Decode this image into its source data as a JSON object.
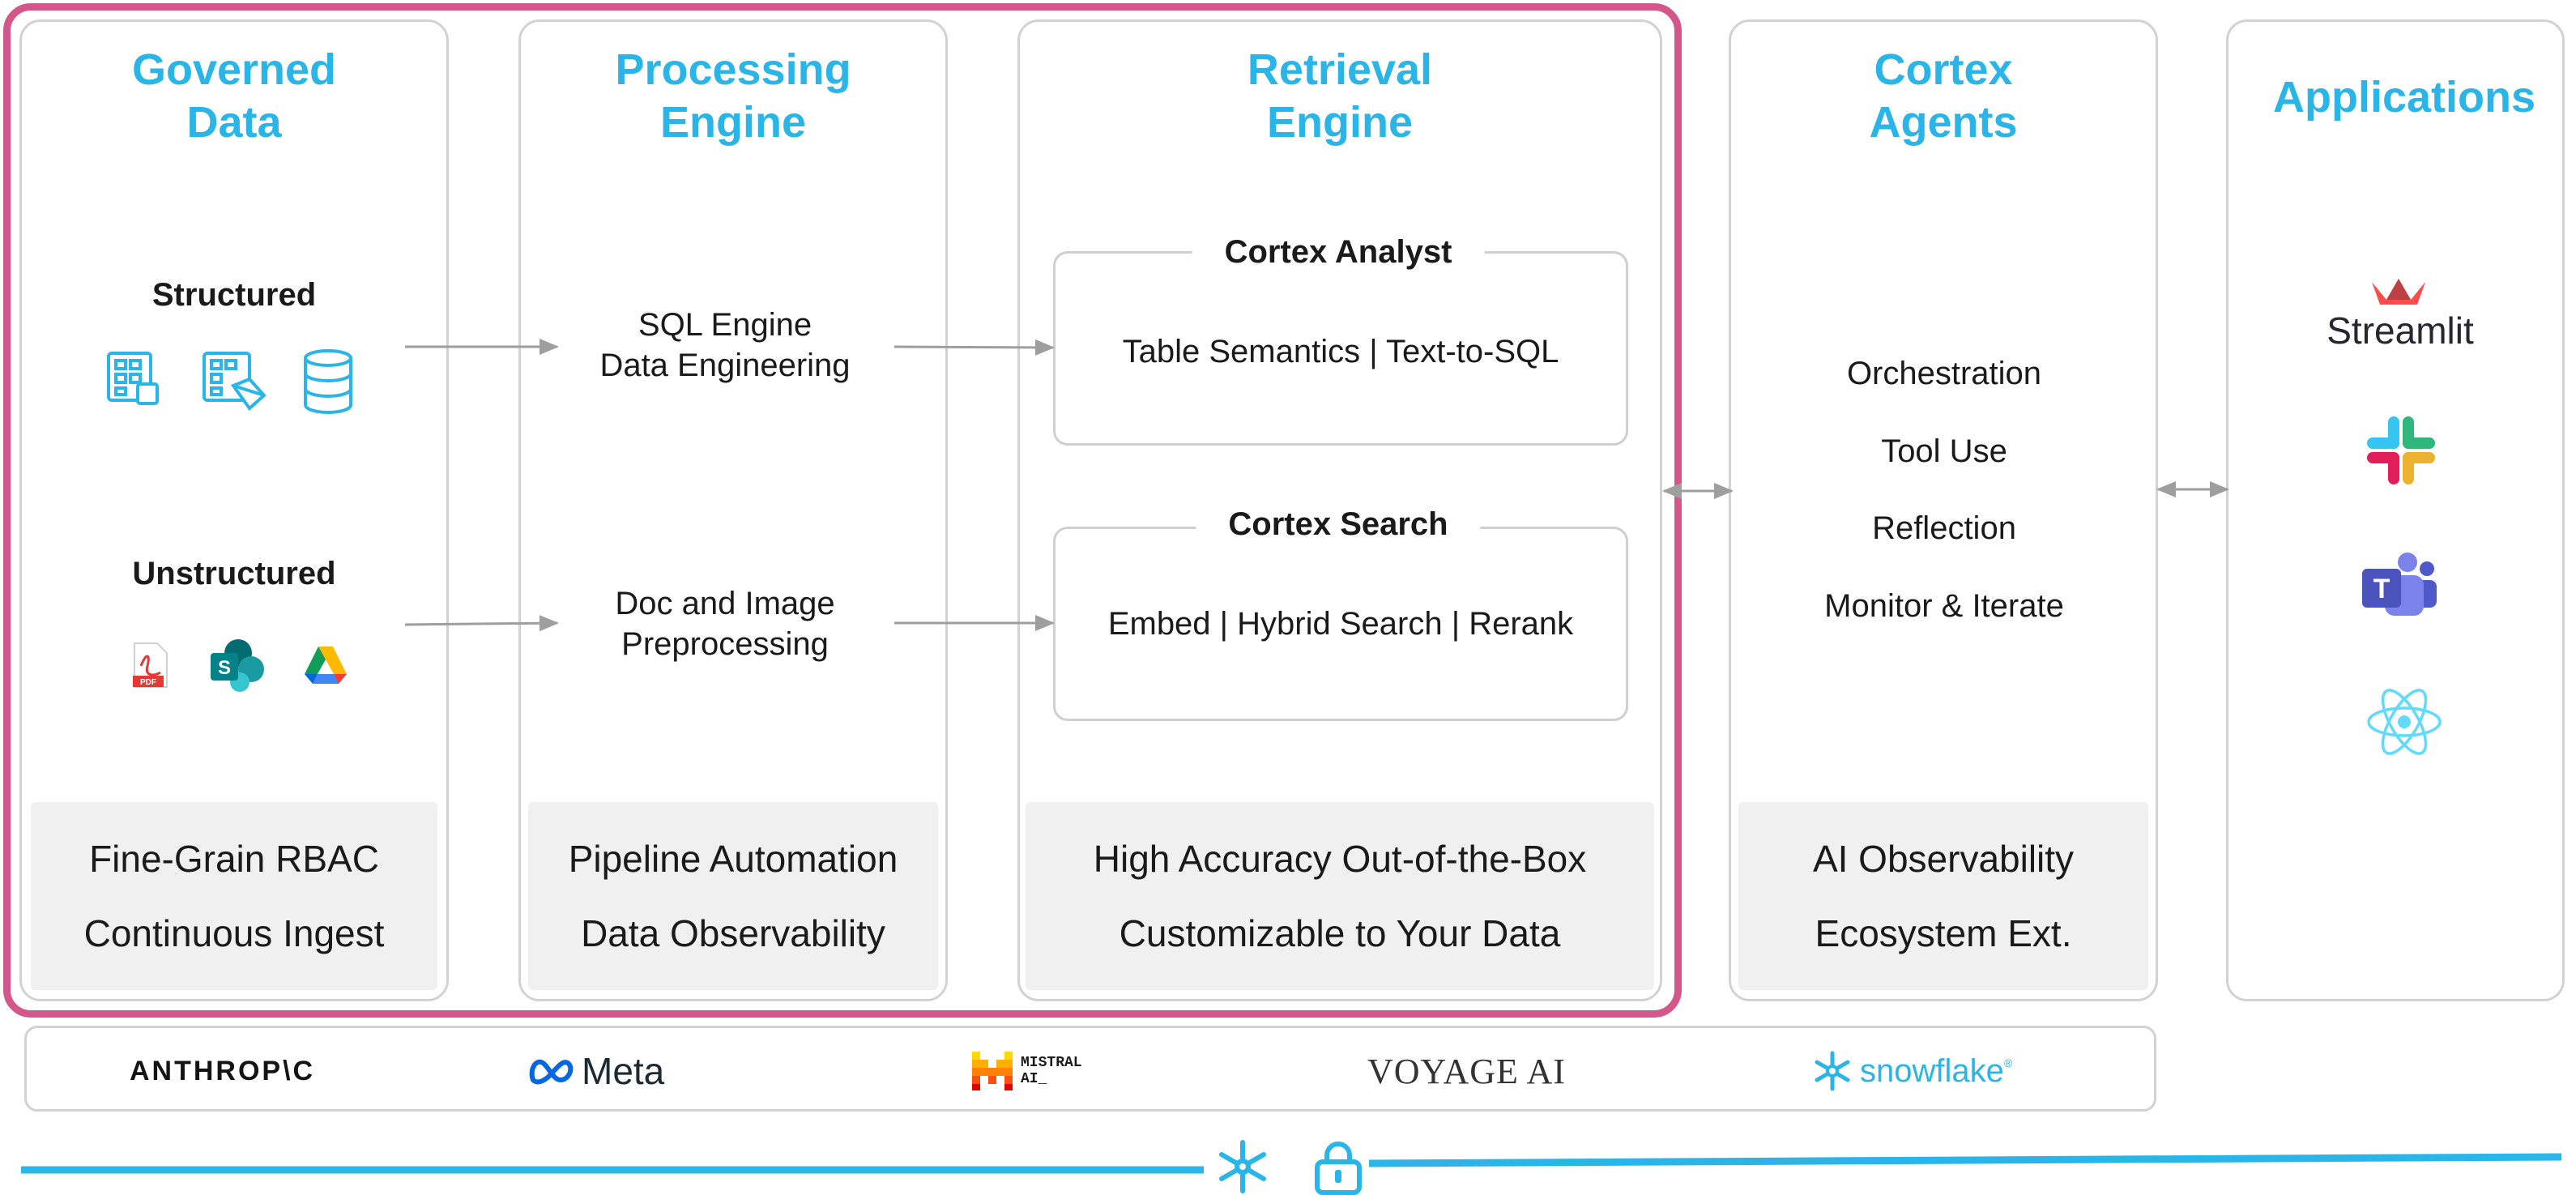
{
  "columns": {
    "governed": {
      "title": "Governed\nData",
      "structured_label": "Structured",
      "unstructured_label": "Unstructured",
      "footer": [
        "Fine-Grain RBAC",
        "Continuous Ingest"
      ],
      "structured_icons": [
        "table-app-icon",
        "table-chart-icon",
        "database-icon"
      ],
      "unstructured_icons": [
        "pdf-icon",
        "sharepoint-icon",
        "google-drive-icon"
      ]
    },
    "processing": {
      "title": "Processing\nEngine",
      "sql_lines": [
        "SQL Engine",
        "Data Engineering"
      ],
      "doc_lines": [
        "Doc and Image",
        "Preprocessing"
      ],
      "footer": [
        "Pipeline Automation",
        "Data Observability"
      ]
    },
    "retrieval": {
      "title": "Retrieval\nEngine",
      "analyst": {
        "title": "Cortex Analyst",
        "body": "Table Semantics | Text-to-SQL"
      },
      "search": {
        "title": "Cortex Search",
        "body": "Embed | Hybrid Search | Rerank"
      },
      "footer": [
        "High Accuracy Out-of-the-Box",
        "Customizable to Your Data"
      ]
    },
    "agents": {
      "title": "Cortex\nAgents",
      "items": [
        "Orchestration",
        "Tool Use",
        "Reflection",
        "Monitor & Iterate"
      ],
      "footer": [
        "AI Observability",
        "Ecosystem Ext."
      ]
    },
    "applications": {
      "title": "Applications",
      "streamlit_label": "Streamlit",
      "icons": [
        "streamlit-icon",
        "slack-icon",
        "teams-icon",
        "react-icon"
      ]
    }
  },
  "partners": {
    "anthropic": "ANTHROP\\C",
    "meta": "Meta",
    "mistral": [
      "MISTRAL",
      "AI_"
    ],
    "voyage": "VOYAGE AI",
    "snowflake": "snowflake"
  },
  "colors": {
    "accent": "#29b5e8",
    "frame": "#d4578c",
    "border": "#d2d2d2",
    "footer_bg": "#f0f0f0",
    "arrow": "#9e9e9e"
  },
  "bottom_icons": [
    "snowflake-icon",
    "lock-icon"
  ]
}
